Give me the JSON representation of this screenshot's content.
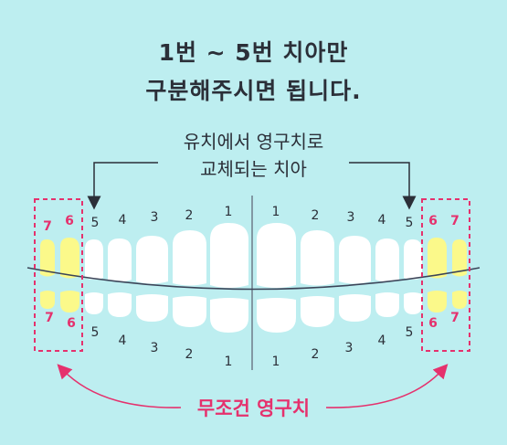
{
  "title": {
    "line1": "1번 ~ 5번 치아만",
    "line2": "구분해주시면 됩니다."
  },
  "subtitle": {
    "line1": "유치에서 영구치로",
    "line2": "교체되는 치아"
  },
  "bottom_label": "무조건 영구치",
  "upper_left_numbers": [
    "7",
    "6",
    "5",
    "4",
    "3",
    "2",
    "1"
  ],
  "upper_right_numbers": [
    "1",
    "2",
    "3",
    "4",
    "5",
    "6",
    "7"
  ],
  "lower_left_numbers": [
    "7",
    "6",
    "5",
    "4",
    "3",
    "2",
    "1"
  ],
  "lower_right_numbers": [
    "1",
    "2",
    "3",
    "4",
    "5",
    "6",
    "7"
  ],
  "colors": {
    "background": "#bdeef0",
    "accent_pink": "#e5316d",
    "molar_yellow": "#fbf98a",
    "tooth_white": "#ffffff",
    "text_dark": "#2b2f38"
  }
}
